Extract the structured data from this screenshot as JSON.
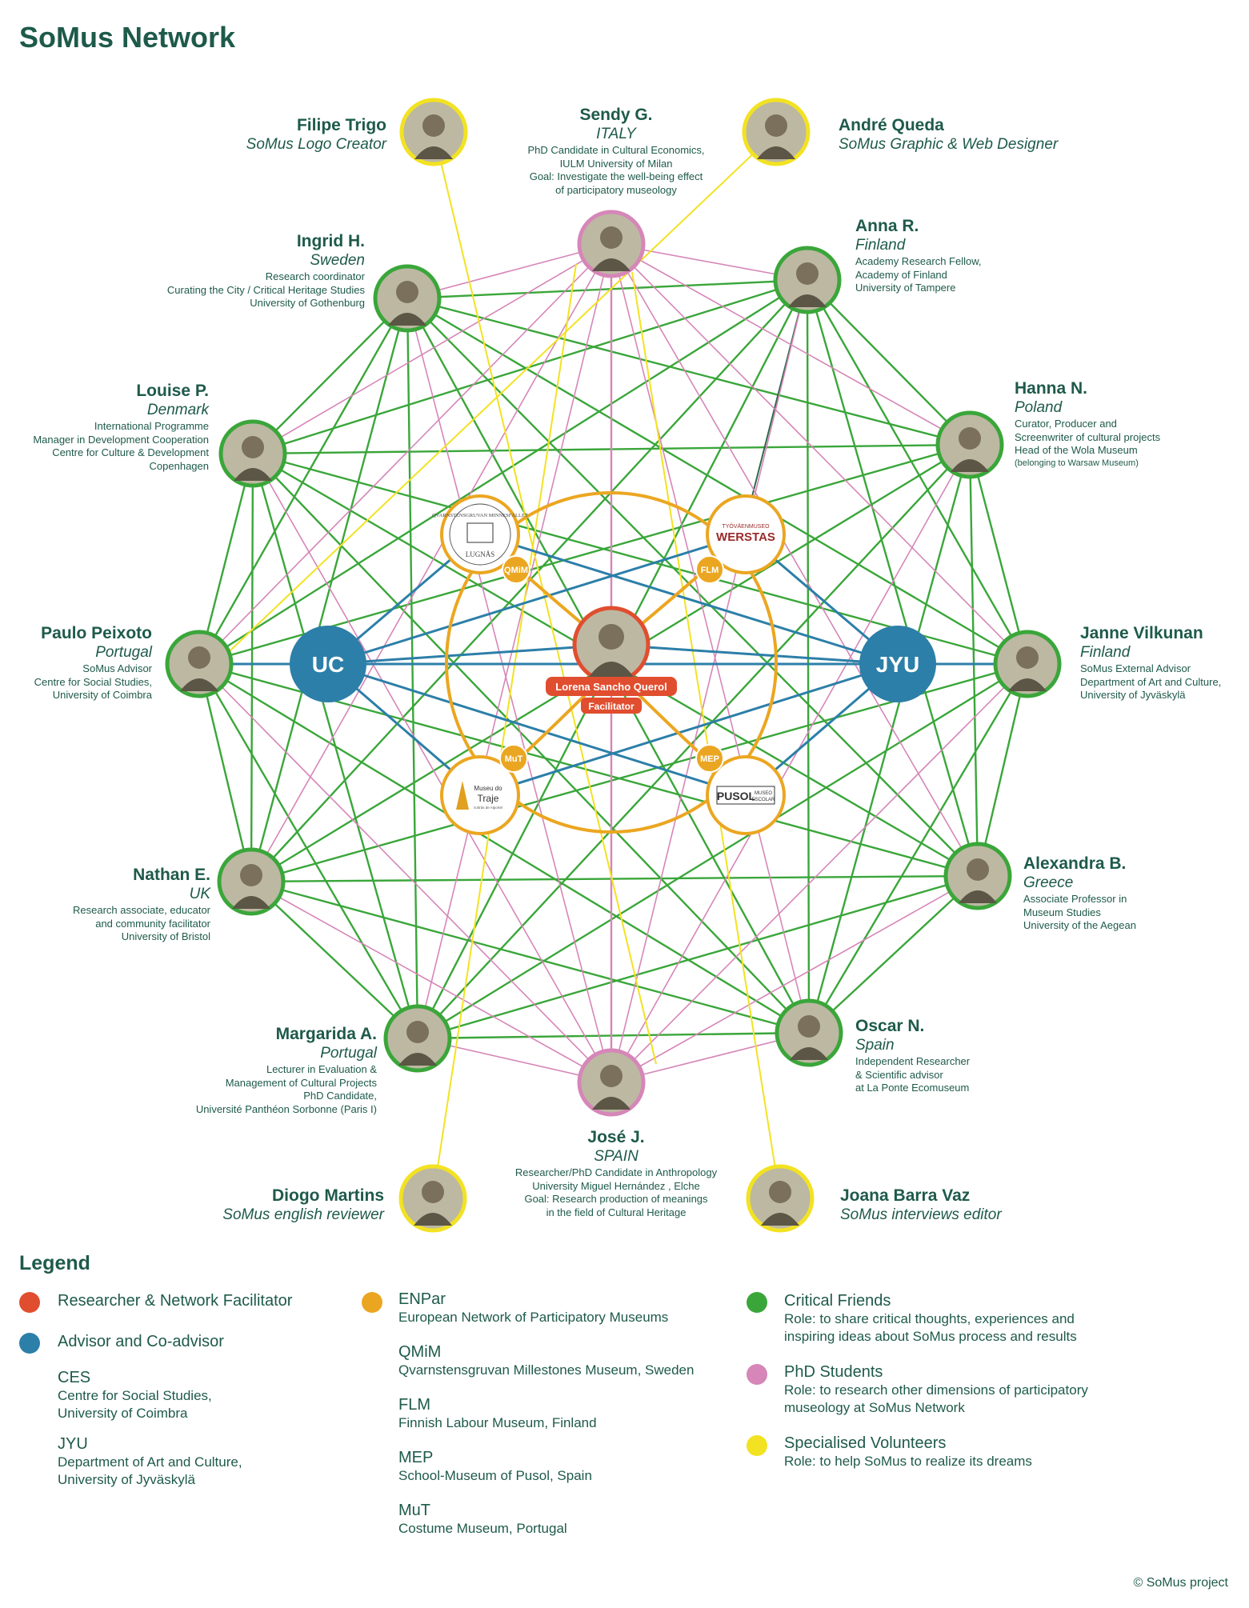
{
  "title": "SoMus Network",
  "colors": {
    "green": "#3aa63a",
    "pink": "#d686b8",
    "yellow": "#f2e222",
    "blue": "#2c7fa8",
    "orange": "#eba621",
    "red": "#e04e2f",
    "text": "#1e5a4a"
  },
  "facilitator": {
    "name": "Lorena Sancho Querol",
    "role": "Facilitator"
  },
  "advisors": {
    "left": "UC",
    "right": "JYU"
  },
  "museums": {
    "qmim": {
      "tag": "QMiM",
      "logo": "QVARNSTENSGRUVAN MINNESFÄLLET",
      "logo_sub": "LUGNÅS"
    },
    "flm": {
      "tag": "FLM",
      "logo_top": "TYÖVÄENMUSEO",
      "logo": "WERSTAS"
    },
    "mut": {
      "tag": "MuT",
      "logo": "Museu do",
      "logo2": "Traje",
      "logo_sub": "S.Brás de Alportel"
    },
    "mep": {
      "tag": "MEP",
      "logo": "PUSOL",
      "logo_side1": "MUSEO",
      "logo_side2": "ESCOLAR"
    }
  },
  "people": {
    "filipe": {
      "name": "Filipe Trigo",
      "role": "SoMus Logo Creator"
    },
    "sendy": {
      "name": "Sendy G.",
      "country": "ITALY",
      "desc": [
        "PhD Candidate in Cultural Economics,",
        "IULM University of Milan",
        "Goal: Investigate the well-being effect",
        "of participatory museology"
      ]
    },
    "andre": {
      "name": "André Queda",
      "role": "SoMus Graphic & Web Designer"
    },
    "ingrid": {
      "name": "Ingrid H.",
      "country": "Sweden",
      "desc": [
        "Research coordinator",
        "Curating the City / Critical Heritage Studies",
        "University of Gothenburg"
      ]
    },
    "anna": {
      "name": "Anna R.",
      "country": "Finland",
      "desc": [
        "Academy Research Fellow,",
        "Academy of Finland",
        "University of Tampere"
      ]
    },
    "louise": {
      "name": "Louise P.",
      "country": "Denmark",
      "desc": [
        "International Programme",
        "Manager in Development Cooperation",
        "Centre for Culture & Development",
        "Copenhagen"
      ]
    },
    "hanna": {
      "name": "Hanna N.",
      "country": "Poland",
      "desc": [
        "Curator, Producer and",
        "Screenwriter of cultural projects",
        "Head of the Wola Museum"
      ],
      "desc_small": "(belonging to Warsaw Museum)"
    },
    "paulo": {
      "name": "Paulo Peixoto",
      "country": "Portugal",
      "desc": [
        "SoMus Advisor",
        "Centre for Social Studies,",
        "University of Coimbra"
      ]
    },
    "janne": {
      "name": "Janne Vilkunan",
      "country": "Finland",
      "desc": [
        "SoMus External Advisor",
        "Department of Art and Culture,",
        "University of Jyväskylä"
      ]
    },
    "nathan": {
      "name": "Nathan E.",
      "country": "UK",
      "desc": [
        "Research associate, educator",
        "and community facilitator",
        "University of Bristol"
      ]
    },
    "alexandra": {
      "name": "Alexandra B.",
      "country": "Greece",
      "desc": [
        "Associate Professor in",
        "Museum Studies",
        "University of the Aegean"
      ]
    },
    "margarida": {
      "name": "Margarida A.",
      "country": "Portugal",
      "desc": [
        "Lecturer in Evaluation &",
        "Management of Cultural Projects",
        "PhD Candidate,",
        "Université Panthéon Sorbonne (Paris I)"
      ]
    },
    "oscar": {
      "name": "Oscar N.",
      "country": "Spain",
      "desc": [
        "Independent Researcher",
        "& Scientific advisor",
        "at La Ponte Ecomuseum"
      ]
    },
    "jose": {
      "name": "José J.",
      "country": "SPAIN",
      "desc": [
        "Researcher/PhD Candidate in Anthropology",
        "University Miguel Hernández , Elche",
        "Goal: Research production of meanings",
        "in the field of Cultural Heritage"
      ]
    },
    "diogo": {
      "name": "Diogo Martins",
      "role": "SoMus english reviewer"
    },
    "joana": {
      "name": "Joana Barra Vaz",
      "role": "SoMus interviews editor"
    }
  },
  "legend": {
    "title": "Legend",
    "facilitator": "Researcher & Network Facilitator",
    "advisor": "Advisor and Co-advisor",
    "ces": {
      "code": "CES",
      "line1": "Centre for Social Studies,",
      "line2": "University of Coimbra"
    },
    "jyu": {
      "code": "JYU",
      "line1": "Department of Art and Culture,",
      "line2": "University of Jyväskylä"
    },
    "enpar": {
      "code": "ENPar",
      "desc": "European Network of Participatory Museums"
    },
    "qmim": {
      "code": "QMiM",
      "desc": "Qvarnstensgruvan Millestones Museum, Sweden"
    },
    "flm": {
      "code": "FLM",
      "desc": "Finnish Labour Museum, Finland"
    },
    "mep": {
      "code": "MEP",
      "desc": "School-Museum of Pusol, Spain"
    },
    "mut": {
      "code": "MuT",
      "desc": "Costume Museum, Portugal"
    },
    "critical": {
      "name": "Critical Friends",
      "line1": "Role: to share critical thoughts, experiences and",
      "line2": "inspiring ideas about SoMus process and results"
    },
    "phd": {
      "name": "PhD Students",
      "line1": "Role: to research other dimensions of participatory",
      "line2": "museology at SoMus Network"
    },
    "volunteers": {
      "name": "Specialised Volunteers",
      "line1": "Role: to help SoMus to realize its dreams"
    }
  },
  "copyright": "© SoMus project"
}
